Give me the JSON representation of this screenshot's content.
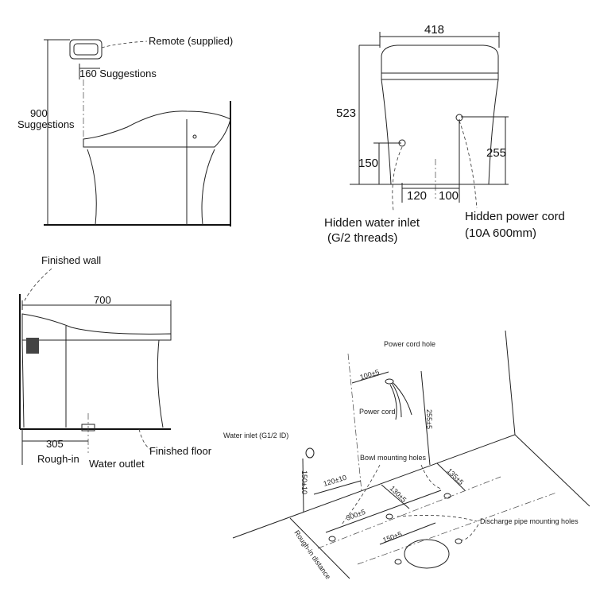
{
  "side_view": {
    "remote_label": "Remote (supplied)",
    "remote_height": "160 Suggestions",
    "height_value": "900",
    "height_note": "Suggestions"
  },
  "front_view": {
    "width": "418",
    "height": "523",
    "inlet_height": "150",
    "cord_height": "255",
    "inlet_offset": "120",
    "cord_offset": "100",
    "inlet_label": "Hidden water inlet",
    "inlet_note": "(G/2 threads)",
    "cord_label": "Hidden power cord",
    "cord_note": "(10A 600mm)"
  },
  "section_view": {
    "wall_label": "Finished wall",
    "length": "700",
    "rough_in_value": "305",
    "rough_in_label": "Rough-in",
    "outlet_label": "Water outlet",
    "floor_label": "Finished floor"
  },
  "iso_view": {
    "power_cord_hole": "Power cord hole",
    "cord_offset": "100±5",
    "power_cord": "Power cord",
    "cord_height": "255±5",
    "water_inlet": "Water inlet (G1/2 ID)",
    "inlet_height": "150±10",
    "inlet_offset": "120±10",
    "bowl_holes": "Bowl mounting holes",
    "dim_135": "135±5",
    "dim_130": "130±5",
    "dim_300": "300±5",
    "discharge_holes": "Discharge pipe mounting holes",
    "dim_150": "150±5",
    "rough_in_distance": "Rough-in distance"
  }
}
